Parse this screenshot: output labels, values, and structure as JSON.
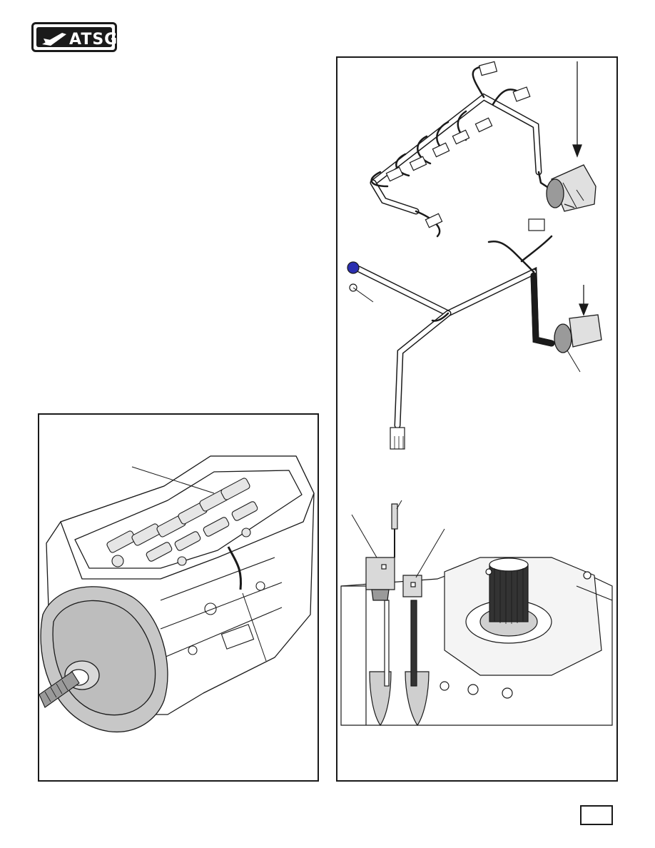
{
  "header": {
    "logo_text": "ATSG"
  },
  "page": {
    "number": ""
  },
  "colors": {
    "ink": "#1a1a1a",
    "casting": "#ffffff",
    "shade": "#bdbdbd",
    "sensor_blue": "#2b2fb0"
  },
  "figures": {
    "left": {
      "subject": "transmission-case-with-valve-body"
    },
    "right": {
      "subjects": [
        "solenoid-wiring-harness",
        "sensor-wiring-harness",
        "rear-case-sensors"
      ]
    }
  }
}
